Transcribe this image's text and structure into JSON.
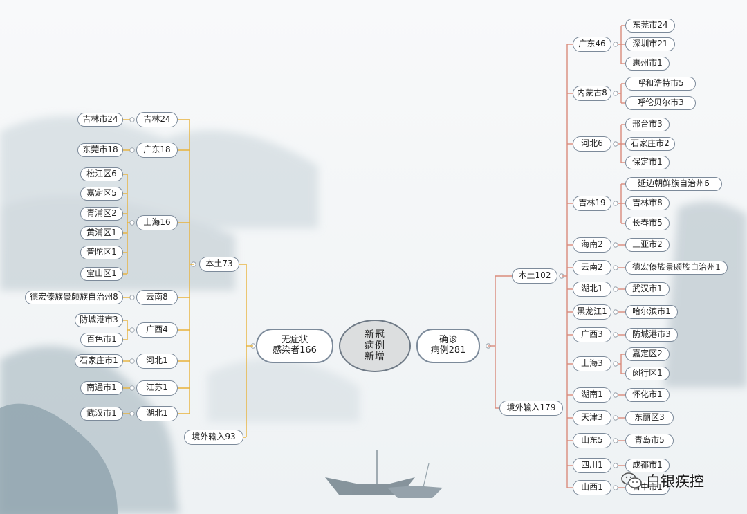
{
  "center": {
    "label": "新冠\n病例\n新增"
  },
  "left": {
    "root": "无症状\n感染者166",
    "local": {
      "label": "本土73",
      "provinces": [
        {
          "name": "吉林24",
          "cities": [
            "吉林市24"
          ]
        },
        {
          "name": "广东18",
          "cities": [
            "东莞市18"
          ]
        },
        {
          "name": "上海16",
          "cities": [
            "松江区6",
            "嘉定区5",
            "青浦区2",
            "黄浦区1",
            "普陀区1",
            "宝山区1"
          ]
        },
        {
          "name": "云南8",
          "cities": [
            "德宏傣族景颇族自治州8"
          ]
        },
        {
          "name": "广西4",
          "cities": [
            "防城港市3",
            "百色市1"
          ]
        },
        {
          "name": "河北1",
          "cities": [
            "石家庄市1"
          ]
        },
        {
          "name": "江苏1",
          "cities": [
            "南通市1"
          ]
        },
        {
          "name": "湖北1",
          "cities": [
            "武汉市1"
          ]
        }
      ]
    },
    "imported": "境外输入93"
  },
  "right": {
    "root": "确诊\n病例281",
    "local": {
      "label": "本土102",
      "provinces": [
        {
          "name": "广东46",
          "cities": [
            "东莞市24",
            "深圳市21",
            "惠州市1"
          ]
        },
        {
          "name": "内蒙古8",
          "cities": [
            "呼和浩特市5",
            "呼伦贝尔市3"
          ]
        },
        {
          "name": "河北6",
          "cities": [
            "邢台市3",
            "石家庄市2",
            "保定市1"
          ]
        },
        {
          "name": "吉林19",
          "cities": [
            "延边朝鲜族自治州6",
            "吉林市8",
            "长春市5"
          ]
        },
        {
          "name": "海南2",
          "cities": [
            "三亚市2"
          ]
        },
        {
          "name": "云南2",
          "cities": [
            "德宏傣族景颇族自治州1"
          ]
        },
        {
          "name": "湖北1",
          "cities": [
            "武汉市1"
          ]
        },
        {
          "name": "黑龙江1",
          "cities": [
            "哈尔滨市1"
          ]
        },
        {
          "name": "广西3",
          "cities": [
            "防城港市3"
          ]
        },
        {
          "name": "上海3",
          "cities": [
            "嘉定区2",
            "闵行区1"
          ]
        },
        {
          "name": "湖南1",
          "cities": [
            "怀化市1"
          ]
        },
        {
          "name": "天津3",
          "cities": [
            "东丽区3"
          ]
        },
        {
          "name": "山东5",
          "cities": [
            "青岛市5"
          ]
        },
        {
          "name": "四川1",
          "cities": [
            "成都市1"
          ]
        },
        {
          "name": "山西1",
          "cities": [
            "晋中市1"
          ]
        }
      ]
    },
    "imported": "境外输入179"
  },
  "brand": {
    "label": "白银疾控",
    "icon": "wechat-icon"
  },
  "colors": {
    "left_line": "#e8b23a",
    "right_line": "#d98b7c",
    "node_border": "#7c8a9a"
  }
}
